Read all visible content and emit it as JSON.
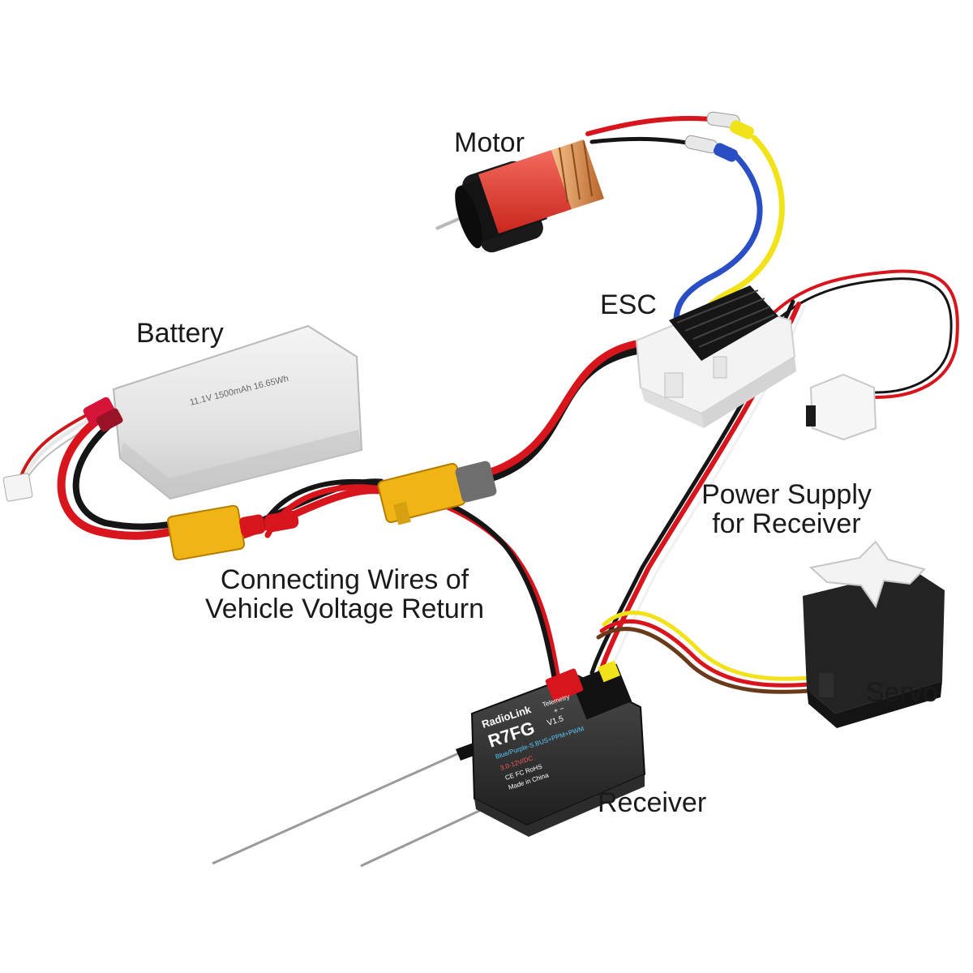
{
  "labels": {
    "motor": "Motor",
    "esc": "ESC",
    "battery": "Battery",
    "power_supply_line1": "Power Supply",
    "power_supply_line2": "for Receiver",
    "connecting_line1": "Connecting Wires of",
    "connecting_line2": "Vehicle Voltage Return",
    "servo": "Servo",
    "receiver": "Receiver"
  },
  "battery_print": "11.1V 1500mAh 16.65Wh",
  "receiver_print": {
    "brand": "RadioLink",
    "telemetry": "Telemetry",
    "polarity": "+ −",
    "model": "R7FG",
    "version": "V1.5",
    "modes": "Blue/Purple-S.BUS+PPM+PWM",
    "voltage": "3.0-12V/DC",
    "certs": "CE FC RoHS",
    "made_in": "Made in China"
  },
  "colors": {
    "wire_red": "#d8141c",
    "wire_black": "#151515",
    "wire_blue": "#2a4fc4",
    "wire_yellow": "#f2e21a",
    "wire_brown": "#6a3a1a",
    "xt60_yellow": "#f0b414",
    "motor_red": "#e8443a",
    "heatsink": "#111111"
  }
}
